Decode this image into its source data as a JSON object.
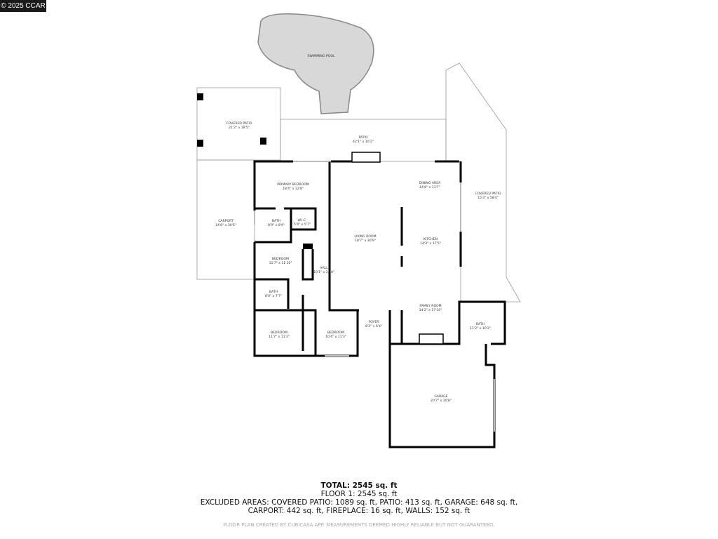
{
  "watermark": "© 2025 CCAR",
  "rooms": [
    {
      "name": "SWIMMING POOL",
      "dim": ""
    },
    {
      "name": "COVERED PATIO",
      "dim": "21'2\" x 18'5\""
    },
    {
      "name": "PATIO",
      "dim": "42'1\" x 10'2\""
    },
    {
      "name": "PRIMARY BEDROOM",
      "dim": "18'4\" x 12'8\""
    },
    {
      "name": "CARPORT",
      "dim": "14'8\" x 30'5\""
    },
    {
      "name": "BATH",
      "dim": "8'9\" x 8'9\""
    },
    {
      "name": "W.I.C.",
      "dim": "5'4\" x 5'7\""
    },
    {
      "name": "BEDROOM",
      "dim": "11'7\" x 11'10\""
    },
    {
      "name": "HALL",
      "dim": "10'1\" x 24'0\""
    },
    {
      "name": "LIVING ROOM",
      "dim": "18'7\" x 30'9\""
    },
    {
      "name": "DINING AREA",
      "dim": "14'8\" x 11'7\""
    },
    {
      "name": "KITCHEN",
      "dim": "14'3\" x 17'5\""
    },
    {
      "name": "COVERED PATIO",
      "dim": "15'3\" x 58'4\""
    },
    {
      "name": "BATH",
      "dim": "8'0\" x 7'7\""
    },
    {
      "name": "BEDROOM",
      "dim": "11'7\" x 11'3\""
    },
    {
      "name": "BEDROOM",
      "dim": "10'4\" x 11'3\""
    },
    {
      "name": "FOYER",
      "dim": "8'2\" x 6'4\""
    },
    {
      "name": "FAMILY ROOM",
      "dim": "14'2\" x 17'10\""
    },
    {
      "name": "BATH",
      "dim": "11'2\" x 10'2\""
    },
    {
      "name": "GARAGE",
      "dim": "20'7\" x 20'8\""
    }
  ],
  "summary": {
    "total": "TOTAL: 2545 sq. ft",
    "floor1": "FLOOR 1: 2545 sq. ft",
    "excluded1": "EXCLUDED AREAS: COVERED PATIO: 1089 sq. ft, PATIO: 413 sq. ft, GARAGE: 648 sq. ft,",
    "excluded2": "CARPORT: 442 sq. ft, FIREPLACE: 16 sq. ft, WALLS: 152 sq. ft",
    "disclaimer": "FLOOR PLAN CREATED BY CUBICASA APP. MEASUREMENTS DEEMED HIGHLY RELIABLE BUT NOT GUARANTEED."
  }
}
